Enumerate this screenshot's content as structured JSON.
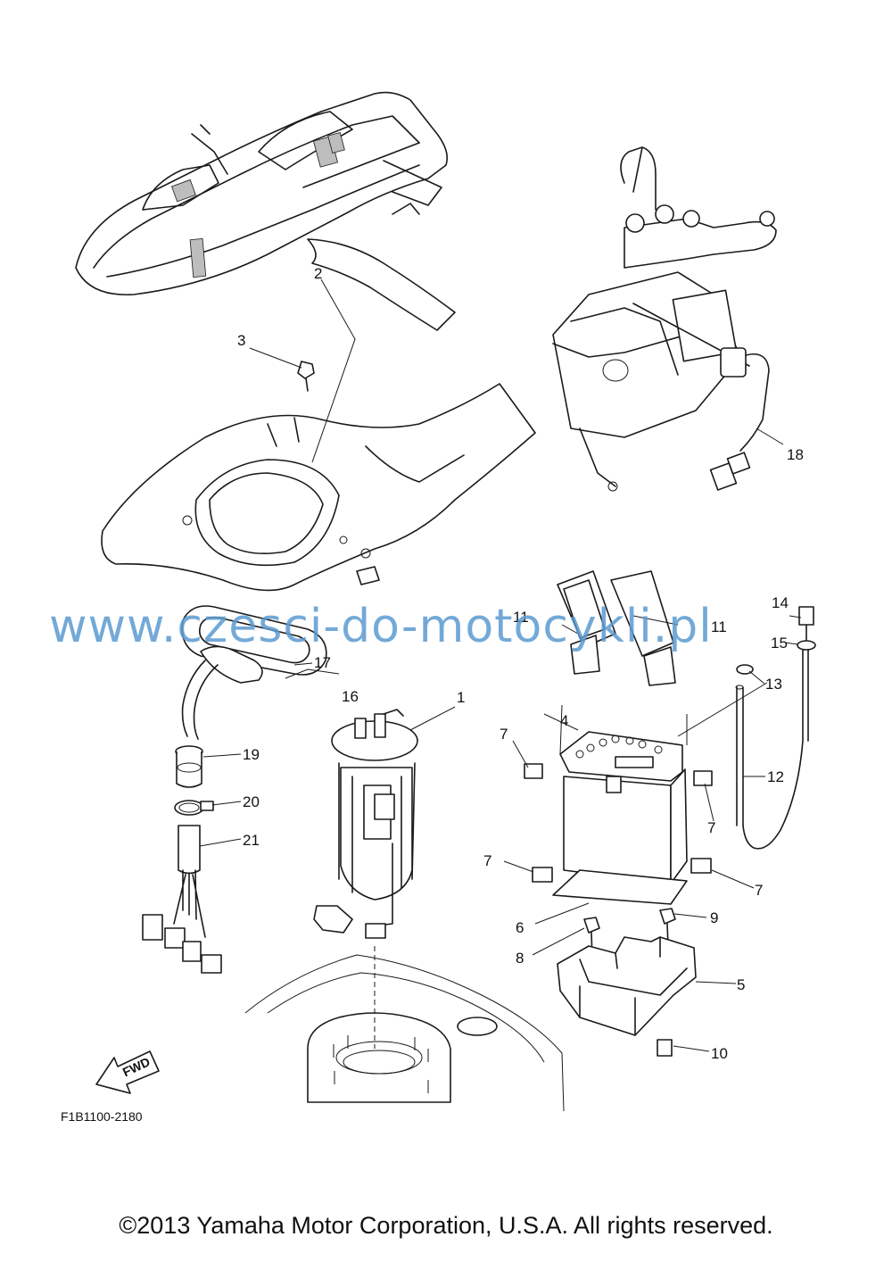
{
  "diagram": {
    "part_labels": [
      "1",
      "2",
      "3",
      "4",
      "5",
      "6",
      "7",
      "7",
      "7",
      "7",
      "8",
      "9",
      "10",
      "11",
      "11",
      "12",
      "13",
      "14",
      "15",
      "16",
      "17",
      "18",
      "19",
      "20",
      "21"
    ],
    "figure_code": "F1B1100-2180",
    "fwd_label": "FWD",
    "watermark": "www.czesci-do-motocykli.pl",
    "copyright": "©2013 Yamaha Motor Corporation, U.S.A. All rights reserved."
  }
}
